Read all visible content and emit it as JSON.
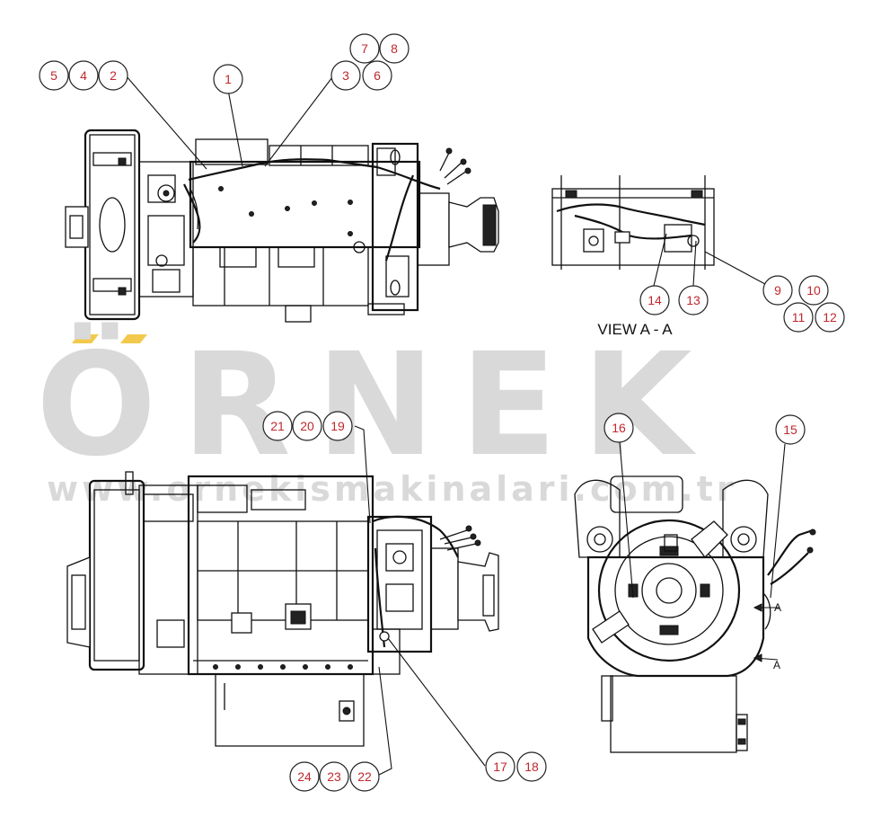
{
  "watermark": {
    "brand": "ÖRNEK",
    "url": "www.ornekismakinalari.com.tr",
    "brand_color": "#d9d9d9",
    "accent_color": "#f2c94c"
  },
  "view_label": "VIEW A - A",
  "section_marks": [
    "A",
    "A"
  ],
  "colors": {
    "callout_text": "#c0282d",
    "line": "#111111"
  },
  "callouts": [
    "1",
    "2",
    "3",
    "4",
    "5",
    "6",
    "7",
    "8",
    "9",
    "10",
    "11",
    "12",
    "13",
    "14",
    "15",
    "16",
    "17",
    "18",
    "19",
    "20",
    "21",
    "22",
    "23",
    "24"
  ]
}
